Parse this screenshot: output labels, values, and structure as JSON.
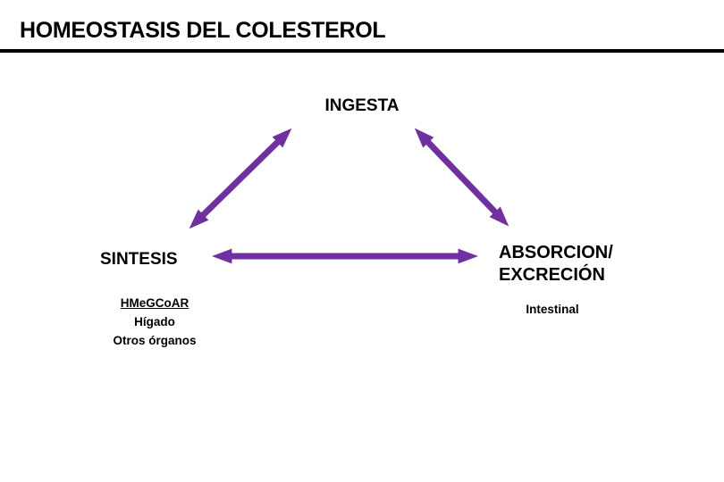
{
  "slide": {
    "title": "HOMEOSTASIS DEL COLESTEROL"
  },
  "diagram": {
    "top_node": {
      "label": "INGESTA"
    },
    "left_node": {
      "label": "SINTESIS",
      "details": [
        "HMeGCoAR",
        "Hígado",
        "Otros órganos"
      ]
    },
    "right_node": {
      "label_line1": "ABSORCION/",
      "label_line2": "EXCRECIÓN",
      "detail": "Intestinal"
    },
    "arrows": [
      {
        "name": "ingesta-sintesis",
        "type": "double-headed"
      },
      {
        "name": "ingesta-absorcion",
        "type": "double-headed"
      },
      {
        "name": "sintesis-absorcion",
        "type": "double-headed"
      }
    ]
  },
  "colors": {
    "arrow": "#7030A0",
    "divider_purple": "#4a3a68",
    "divider_black": "#000000",
    "text": "#000000",
    "background": "#ffffff"
  }
}
